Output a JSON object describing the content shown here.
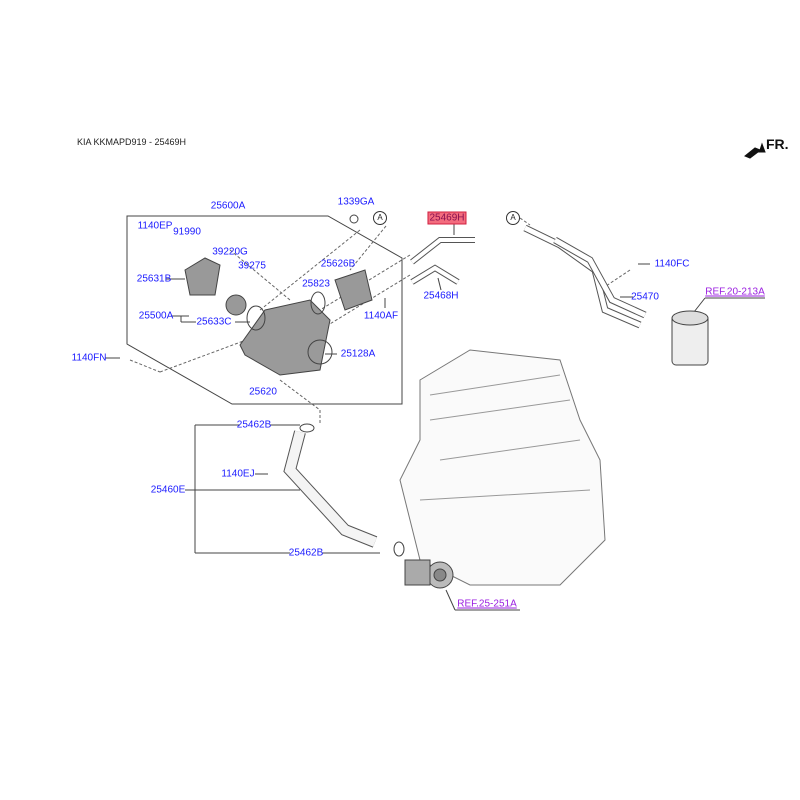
{
  "header": {
    "title": "KIA KKMAPD919 - 25469H",
    "front_indicator": "FR."
  },
  "callout_marker": "A",
  "parts": {
    "p25600A": "25600A",
    "p1339GA": "1339GA",
    "p25469H": "25469H",
    "p1140EP": "1140EP",
    "p91990": "91990",
    "p39220G": "39220G",
    "p39275": "39275",
    "p25626B": "25626B",
    "p1140FC": "1140FC",
    "p25631B": "25631B",
    "p25823": "25823",
    "p25468H": "25468H",
    "p25470": "25470",
    "p25500A": "25500A",
    "p25633C": "25633C",
    "p1140AF": "1140AF",
    "p25128A": "25128A",
    "p1140FN": "1140FN",
    "p25620": "25620",
    "p25462B_top": "25462B",
    "p1140EJ": "1140EJ",
    "p25460E": "25460E",
    "p25462B_bottom": "25462B"
  },
  "references": {
    "ref_oil_filter": "REF.20-213A",
    "ref_water_pump": "REF.25-251A"
  },
  "colors": {
    "label": "#1a1aff",
    "reference": "#9b1fe0",
    "highlight": "#f36c7e"
  }
}
